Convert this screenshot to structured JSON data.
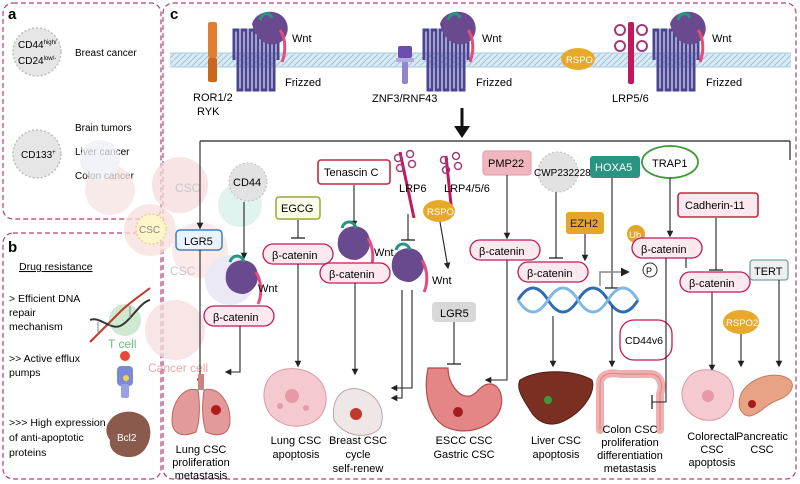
{
  "panels": {
    "a": {
      "label": "a",
      "markers": [
        {
          "main": "CD44",
          "sup": "high/",
          "line2": "CD24",
          "sup2": "low/-",
          "cancer": "Breast cancer"
        },
        {
          "main": "CD133",
          "sup": "+",
          "cancers": [
            "Brain tumors",
            "Liver cancer",
            "Colon cancer"
          ]
        }
      ]
    },
    "b": {
      "label": "b",
      "title": "Drug resistance",
      "items": [
        {
          "lines": [
            "> Efficient DNA",
            "repair",
            "mechanism"
          ]
        },
        {
          "lines": [
            ">> Active efflux",
            "pumps"
          ]
        },
        {
          "lines": [
            ">>> High expression",
            "of anti-apoptotic",
            "proteins"
          ],
          "badge": "Bcl2"
        }
      ]
    },
    "c": {
      "label": "c"
    }
  },
  "cells": {
    "csc": "CSC",
    "tcell": "T cell",
    "cancer_cell": "Cancer cell"
  },
  "membrane": {
    "wnt": "Wnt",
    "frizzled": "Frizzed",
    "receptors": [
      "ROR1/2",
      "RYK",
      "ZNF3/RNF43",
      "LRP5/6"
    ],
    "rspo": "RSPO"
  },
  "molecules": {
    "cd44": "CD44",
    "lgr5": "LGR5",
    "beta_catenin": "β-catenin",
    "egcg": "EGCG",
    "tenascin": "Tenascin C",
    "lrp6": "LRP6",
    "lrp456": "LRP4/5/6",
    "rspo": "RSPO",
    "wnt": "Wnt",
    "lgr5_grey": "LGR5",
    "pmp22": "PMP22",
    "cwp": "CWP232228",
    "hoxa5": "HOXA5",
    "ezh2": "EZH2",
    "cd44v6": "CD44v6",
    "trap1": "TRAP1",
    "ub": "Ub",
    "p": "P",
    "cadherin": "Cadherin-11",
    "tert": "TERT",
    "rspo2": "RSPO2"
  },
  "outcomes": [
    {
      "lines": [
        "Lung CSC",
        "proliferation",
        "metastasis"
      ]
    },
    {
      "lines": [
        "Lung CSC",
        "apoptosis"
      ]
    },
    {
      "lines": [
        "Breast CSC",
        "cycle",
        "self-renew"
      ]
    },
    {
      "lines": [
        "ESCC CSC",
        "Gastric CSC"
      ]
    },
    {
      "lines": [
        "Liver CSC",
        "apoptosis"
      ]
    },
    {
      "lines": [
        "Colon CSC",
        "proliferation",
        "differentiation",
        "metastasis"
      ]
    },
    {
      "lines": [
        "Colorectal",
        "CSC",
        "apoptosis"
      ]
    },
    {
      "lines": [
        "Pancreatic",
        "CSC"
      ]
    }
  ],
  "colors": {
    "dashed_border": "#b0407a",
    "pink_box": "#c2185b",
    "pink_fill": "#fbe9ef",
    "wnt": "#6a4a8f",
    "frizzled": "#4b4494",
    "membrane": "#c4ddec",
    "rspo": "#e8a92b",
    "lgr5_blue": "#3f7fc8",
    "egcg_green": "#9aa638",
    "pmp22": "#e8a2ad",
    "hoxa5": "#2a9482",
    "ezh2": "#e5a42c",
    "trap1": "#3f9a3a",
    "cadherin": "#c02b40"
  }
}
